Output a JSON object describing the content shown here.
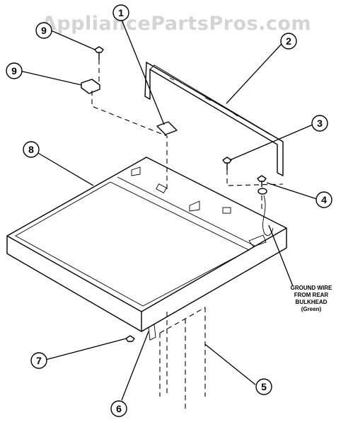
{
  "watermark": "AppliancePartsPros.com",
  "note": {
    "lines": [
      "GROUND WIRE",
      "FROM REAR",
      "BULKHEAD",
      "(Green)"
    ]
  },
  "callouts": [
    "1",
    "2",
    "3",
    "4",
    "5",
    "6",
    "7",
    "8",
    "9"
  ],
  "colors": {
    "ink": "#000000",
    "watermark": "#d4d4d4",
    "paper": "#ffffff"
  }
}
